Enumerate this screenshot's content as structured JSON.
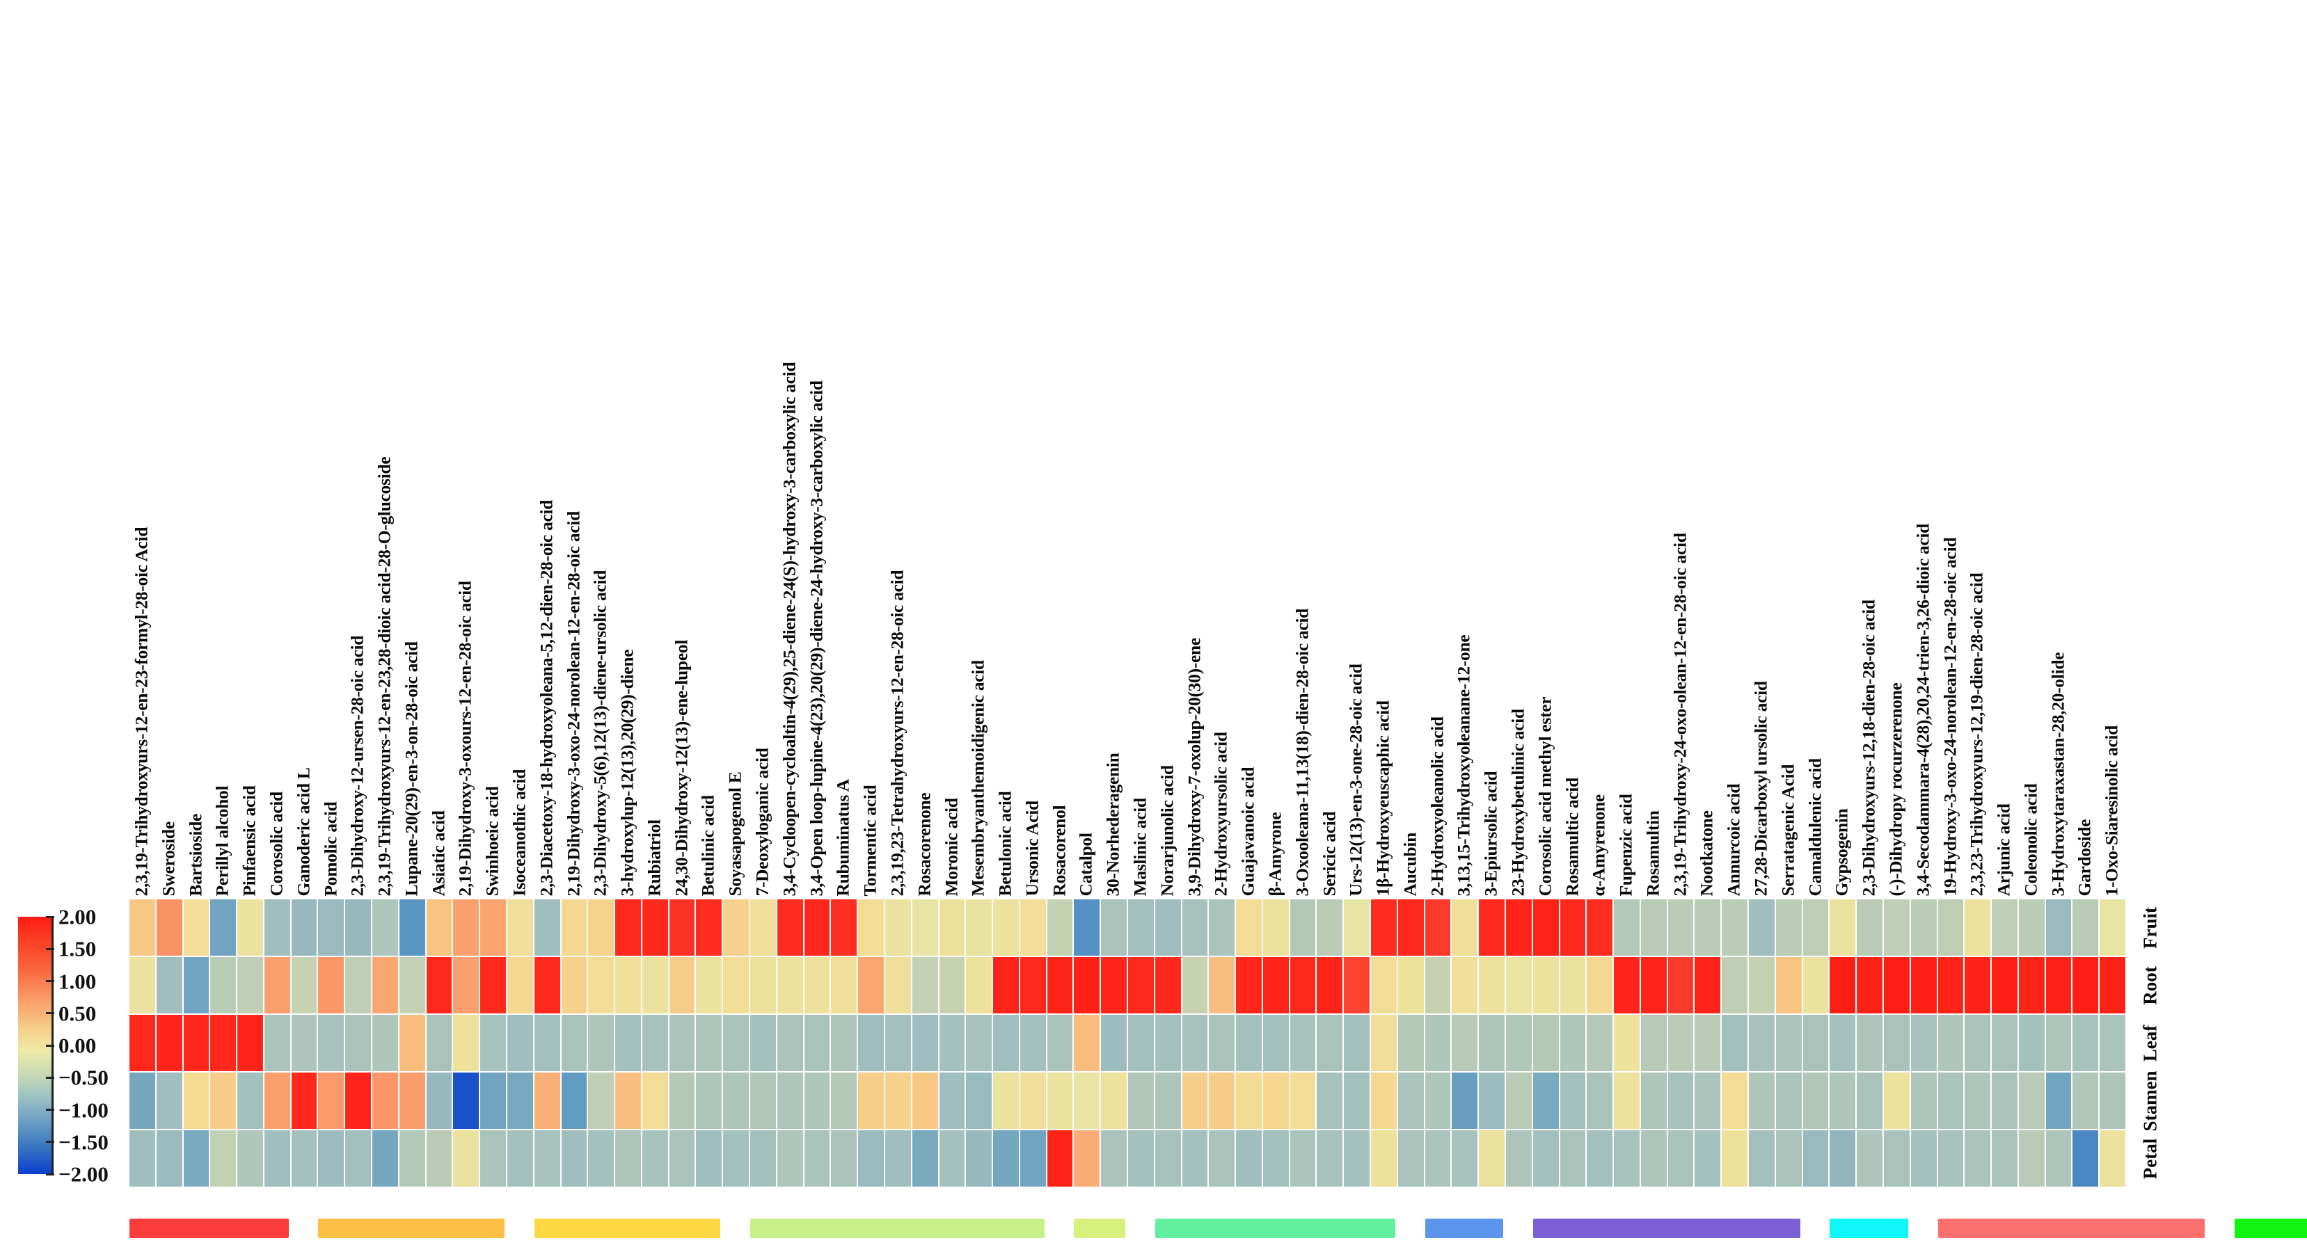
{
  "figure": {
    "type": "heatmap",
    "row_labels": [
      "Fruit",
      "Root",
      "Leaf",
      "Stamen",
      "Petal"
    ],
    "colorbar": {
      "ticks": [
        "2.00",
        "1.50",
        "1.00",
        "0.50",
        "0.00",
        "-0.50",
        "-1.00",
        "-1.50",
        "-2.00"
      ],
      "values": [
        2.0,
        1.5,
        1.0,
        0.5,
        0.0,
        -0.5,
        -1.0,
        -1.5,
        -2.0
      ],
      "vmax": 2.0,
      "vmin": -2.0,
      "high_color": "#ff1a10",
      "mid_color": "#eeeaa8",
      "low_color": "#0a3fd0"
    },
    "group_bars": [
      {
        "color": "#fc3b3b",
        "start": 0,
        "span": 6
      },
      {
        "color": "#fcc046",
        "start": 7,
        "span": 7
      },
      {
        "color": "#fdd843",
        "start": 15,
        "span": 7
      },
      {
        "color": "#c8f089",
        "start": 23,
        "span": 11
      },
      {
        "color": "#d8f07e",
        "start": 35,
        "span": 2
      },
      {
        "color": "#62efa0",
        "start": 38,
        "span": 9
      },
      {
        "color": "#5b95ec",
        "start": 48,
        "span": 3
      },
      {
        "color": "#7c5fd4",
        "start": 52,
        "span": 10
      },
      {
        "color": "#0ff6f9",
        "start": 63,
        "span": 3
      },
      {
        "color": "#fc7070",
        "start": 67,
        "span": 10
      },
      {
        "color": "#12f312",
        "start": 78,
        "span": 24
      }
    ]
  },
  "chart_data": {
    "type": "heatmap",
    "title": "",
    "xlabel": "",
    "ylabel": "",
    "grid": false,
    "legend_position": "left",
    "rows": [
      "Fruit",
      "Root",
      "Leaf",
      "Stamen",
      "Petal"
    ],
    "zlim": [
      -2.0,
      2.0
    ],
    "categories": [
      "2,3,19-Trihydroxyurs-12-en-23-formyl-28-oic Acid",
      "Sweroside",
      "Bartsioside",
      "Perillyl alcohol",
      "Pinfaensic acid",
      "Corosolic acid",
      "Ganoderic acid L",
      "Pomolic acid",
      "2,3-Dihydroxy-12-ursen-28-oic acid",
      "2,3,19-Trihydroxyurs-12-en-23,28-dioic acid-28-O-glucoside",
      "Lupane-20(29)-en-3-on-28-oic acid",
      "Asiatic acid",
      "2,19-Dihydroxy-3-oxours-12-en-28-oic acid",
      "Swinhoeic acid",
      "Isoceanothic acid",
      "2,3-Diacetoxy-18-hydroxyoleana-5,12-dien-28-oic acid",
      "2,19-Dihydroxy-3-oxo-24-norolean-12-en-28-oic acid",
      "2,3-Dihydroxy-5(6),12(13)-diene-ursolic acid",
      "3-hydroxylup-12(13),20(29)-diene",
      "Rubiatriol",
      "24,30-Dihydroxy-12(13)-ene-lupeol",
      "Betulinic acid",
      "Soyasapogenol E",
      "7-Deoxyloganic acid",
      "3,4-Cycloopen-cycloaltin-4(29),25-diene-24(S)-hydroxy-3-carboxylic acid",
      "3,4-Open loop-lupine-4(23),20(29)-diene-24-hydroxy-3-carboxylic acid",
      "Rubuminatus A",
      "Tormentic acid",
      "2,3,19,23-Tetrahydroxyurs-12-en-28-oic acid",
      "Rosacorenone",
      "Moronic acid",
      "Mesembryanthemoidigenic acid",
      "Betulonic acid",
      "Ursonic Acid",
      "Rosacorenol",
      "Catalpol",
      "30-Norhederagenin",
      "Maslinic acid",
      "Norarjunolic acid",
      "3,9-Dihydroxy-7-oxolup-20(30)-ene",
      "2-Hydroxyursolic acid",
      "Guajavanoic acid",
      "β-Amyrone",
      "3-Oxooleana-11,13(18)-dien-28-oic acid",
      "Sericic acid",
      "Urs-12(13)-en-3-one-28-oic acid",
      "1β-Hydroxyeuscaphic acid",
      "Aucubin",
      "2-Hydroxyoleanolic acid",
      "3,13,15-Trihydroxyoleanane-12-one",
      "3-Epiursolic acid",
      "23-Hydroxybetulinic acid",
      "Corosolic acid methyl ester",
      "Rosamultic acid",
      "α-Amyrenone",
      "Fupenzic acid",
      "Rosamultin",
      "2,3,19-Trihydroxy-24-oxo-olean-12-en-28-oic acid",
      "Nootkatone",
      "Annurcoic acid",
      "27,28-Dicarboxyl ursolic acid",
      "Serratagenic Acid",
      "Camaldulenic acid",
      "Gypsogenin",
      "2,3-Dihydroxyurs-12,18-dien-28-oic acid",
      "(-)-Dihydropy rocurzerenone",
      "3,4-Secodammara-4(28),20,24-trien-3,26-dioic acid",
      "19-Hydroxy-3-oxo-24-norolean-12-en-28-oic acid",
      "2,3,23-Trihydroxyurs-12,19-dien-28-oic acid",
      "Arjunic acid",
      "Coleonolic acid",
      "3-Hydroxytaraxastan-28,20-olide",
      "Gardoside",
      "1-Oxo-Siaresinolic acid"
    ],
    "series": [
      {
        "name": "Fruit",
        "values": [
          0.52,
          0.95,
          0.28,
          -0.95,
          0.18,
          -0.55,
          -0.62,
          -0.6,
          -0.62,
          -0.4,
          -1.2,
          0.55,
          0.85,
          0.82,
          0.26,
          -0.55,
          0.35,
          0.4,
          1.85,
          1.82,
          1.72,
          1.78,
          0.42,
          0.25,
          1.8,
          1.85,
          1.75,
          0.3,
          0.18,
          0.12,
          0.22,
          0.16,
          0.2,
          0.28,
          -0.2,
          -1.25,
          -0.45,
          -0.52,
          -0.55,
          -0.48,
          -0.44,
          0.3,
          0.22,
          -0.35,
          -0.3,
          0.12,
          1.8,
          1.85,
          1.62,
          0.26,
          1.82,
          1.88,
          1.9,
          1.85,
          1.8,
          -0.36,
          -0.3,
          -0.28,
          -0.3,
          -0.28,
          -0.55,
          -0.28,
          -0.26,
          0.18,
          -0.3,
          -0.25,
          -0.28,
          -0.26,
          0.2,
          -0.25,
          -0.28,
          -0.6,
          -0.3,
          0.15
        ]
      },
      {
        "name": "Root",
        "values": [
          0.18,
          -0.55,
          -0.95,
          -0.28,
          -0.25,
          0.85,
          -0.18,
          0.92,
          -0.25,
          0.8,
          -0.22,
          1.85,
          0.85,
          1.82,
          0.35,
          1.85,
          0.42,
          0.3,
          0.25,
          0.2,
          0.45,
          0.18,
          0.3,
          0.22,
          0.2,
          0.22,
          0.26,
          0.8,
          0.25,
          -0.22,
          -0.18,
          0.22,
          1.88,
          1.85,
          1.9,
          1.92,
          1.88,
          1.85,
          1.84,
          -0.18,
          0.6,
          1.86,
          1.88,
          1.85,
          1.9,
          1.55,
          0.3,
          0.22,
          -0.2,
          0.26,
          0.2,
          0.15,
          0.22,
          0.18,
          0.35,
          1.88,
          1.9,
          1.62,
          1.88,
          -0.25,
          -0.2,
          0.55,
          0.18,
          1.95,
          1.92,
          1.95,
          1.94,
          1.9,
          1.92,
          1.95,
          1.9,
          1.92,
          1.95,
          1.92
        ]
      },
      {
        "name": "Leaf",
        "values": [
          1.85,
          1.88,
          1.86,
          1.84,
          1.88,
          -0.45,
          -0.42,
          -0.48,
          -0.44,
          -0.4,
          0.62,
          -0.46,
          0.22,
          -0.48,
          -0.55,
          -0.52,
          -0.46,
          -0.42,
          -0.5,
          -0.48,
          -0.44,
          -0.42,
          -0.45,
          -0.5,
          -0.44,
          -0.46,
          -0.42,
          -0.55,
          -0.52,
          -0.56,
          -0.5,
          -0.48,
          -0.54,
          -0.5,
          -0.46,
          0.62,
          -0.58,
          -0.52,
          -0.5,
          -0.48,
          -0.44,
          -0.52,
          -0.5,
          -0.48,
          -0.46,
          -0.52,
          0.25,
          -0.35,
          -0.4,
          -0.32,
          -0.42,
          -0.38,
          -0.35,
          -0.4,
          -0.36,
          0.22,
          -0.32,
          -0.28,
          -0.3,
          -0.52,
          -0.48,
          -0.44,
          -0.46,
          -0.5,
          -0.42,
          -0.46,
          -0.48,
          -0.4,
          -0.44,
          -0.46,
          -0.5,
          -0.42,
          -0.48,
          -0.44
        ]
      },
      {
        "name": "Stamen",
        "values": [
          -0.9,
          -0.55,
          0.32,
          0.48,
          -0.52,
          0.85,
          1.85,
          0.9,
          1.88,
          0.92,
          0.88,
          -0.62,
          -1.85,
          -0.95,
          -0.88,
          0.72,
          -1.1,
          -0.25,
          0.6,
          0.3,
          -0.35,
          -0.4,
          -0.42,
          -0.38,
          -0.42,
          -0.4,
          -0.35,
          0.45,
          0.42,
          0.52,
          -0.55,
          -0.6,
          0.2,
          0.25,
          0.18,
          0.15,
          0.2,
          -0.38,
          -0.42,
          0.45,
          0.48,
          0.32,
          0.38,
          0.3,
          -0.48,
          -0.52,
          0.35,
          -0.44,
          -0.4,
          -1.05,
          -0.58,
          -0.3,
          -0.85,
          -0.52,
          -0.46,
          0.2,
          -0.42,
          -0.48,
          -0.44,
          0.3,
          -0.4,
          -0.44,
          -0.38,
          -0.42,
          -0.46,
          0.2,
          -0.4,
          -0.44,
          -0.42,
          -0.46,
          -0.3,
          -0.95,
          -0.38,
          -0.42
        ]
      },
      {
        "name": "Petal",
        "values": [
          -0.55,
          -0.6,
          -0.85,
          -0.22,
          -0.4,
          -0.55,
          -0.5,
          -0.58,
          -0.52,
          -0.9,
          -0.35,
          -0.3,
          0.18,
          -0.45,
          -0.52,
          -0.48,
          -0.55,
          -0.5,
          -0.42,
          -0.48,
          -0.46,
          -0.55,
          -0.5,
          -0.52,
          -0.4,
          -0.44,
          -0.46,
          -0.6,
          -0.55,
          -0.85,
          -0.5,
          -0.62,
          -0.9,
          -0.95,
          1.9,
          0.75,
          -0.45,
          -0.5,
          -0.48,
          -0.52,
          -0.46,
          -0.55,
          -0.5,
          -0.44,
          -0.48,
          -0.5,
          0.22,
          -0.46,
          -0.44,
          -0.48,
          0.18,
          -0.42,
          -0.5,
          -0.46,
          -0.52,
          -0.48,
          -0.42,
          -0.46,
          -0.5,
          0.22,
          -0.52,
          -0.46,
          -0.6,
          -0.68,
          -0.42,
          -0.46,
          -0.5,
          -0.48,
          -0.44,
          -0.46,
          -0.3,
          -0.42,
          -1.35,
          0.2
        ]
      }
    ]
  }
}
